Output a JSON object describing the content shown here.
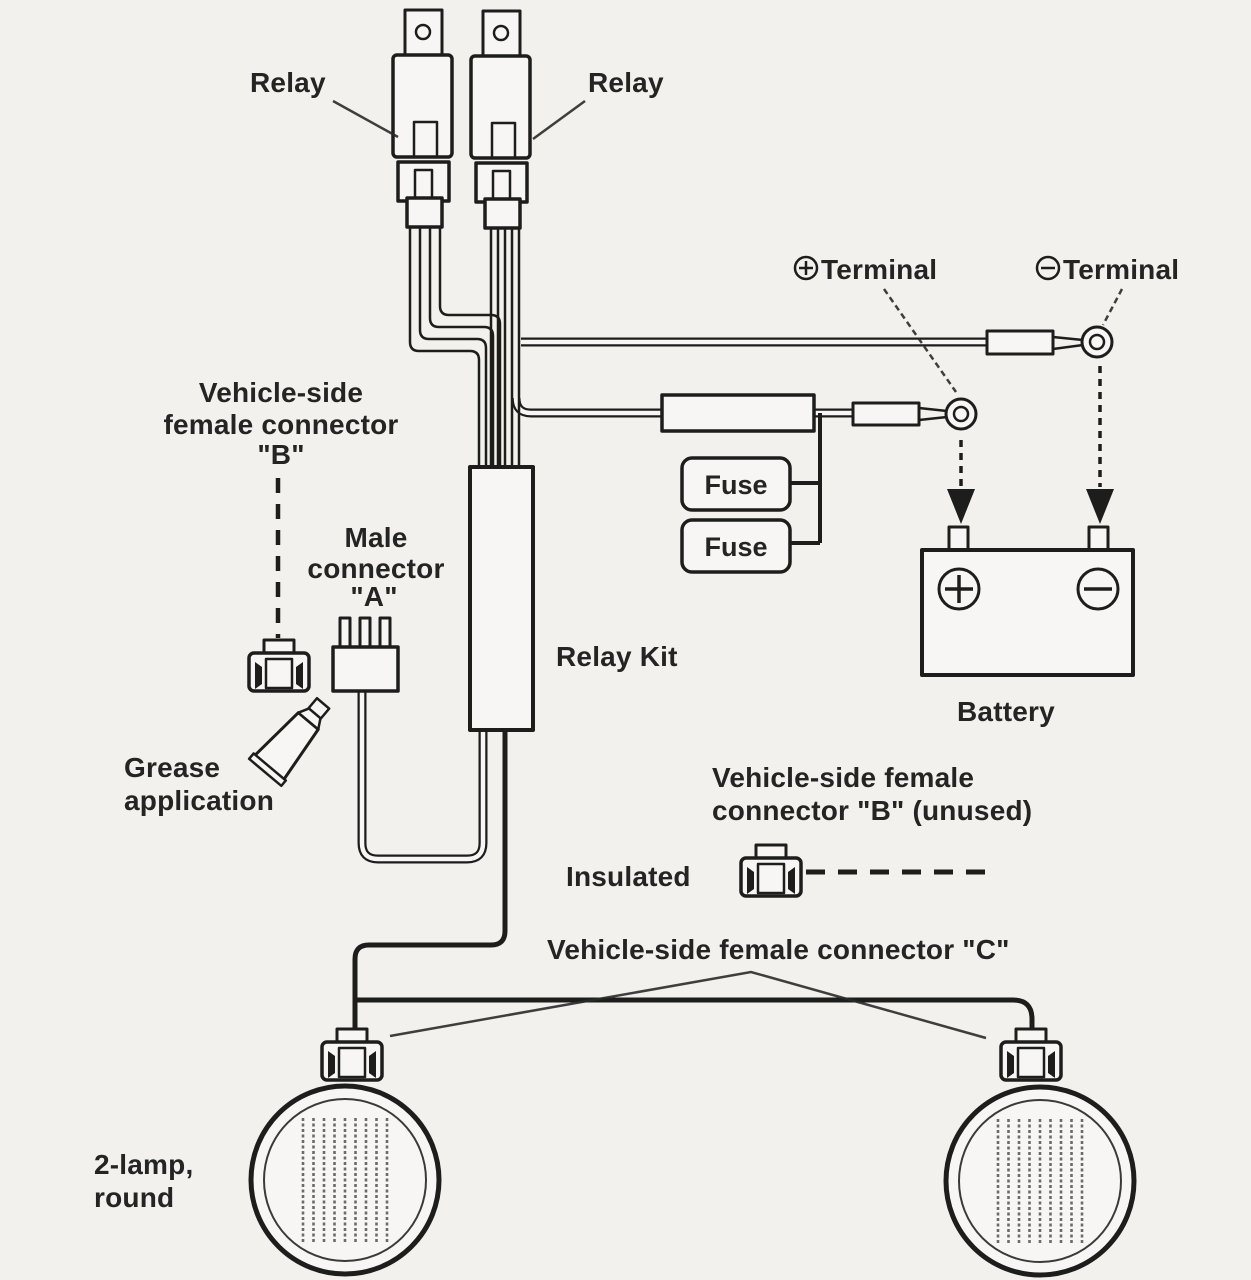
{
  "canvas": {
    "background": "#f2f1ee",
    "ink": "#1d1d1b"
  },
  "labels": {
    "relay_left": "Relay",
    "relay_right": "Relay",
    "terminal_positive": {
      "symbol": "+",
      "text": "Terminal"
    },
    "terminal_negative": {
      "symbol": "−",
      "text": "Terminal"
    },
    "female_connector_b": {
      "l1": "Vehicle-side",
      "l2": "female connector",
      "l3": "\"B\""
    },
    "male_connector_a": {
      "l1": "Male",
      "l2": "connector",
      "l3": "\"A\""
    },
    "grease": {
      "l1": "Grease",
      "l2": "application"
    },
    "relay_kit": "Relay Kit",
    "fuse_top": "Fuse",
    "fuse_bottom": "Fuse",
    "battery": "Battery",
    "battery_plus": "+",
    "battery_minus": "−",
    "female_connector_b_unused": {
      "l1": "Vehicle-side female",
      "l2": "connector \"B\" (unused)"
    },
    "insulated": "Insulated",
    "female_connector_c": "Vehicle-side female connector \"C\"",
    "lamp": {
      "l1": "2-lamp,",
      "l2": "round"
    }
  },
  "icons": {
    "relay": "relay-with-mounting-tab",
    "ring_terminal": "ring-terminal",
    "fuse_holder": "inline-fuse-holder",
    "battery": "battery-two-post",
    "female_connector": "female-connector-plug",
    "male_connector": "male-connector-three-pin",
    "grease_tube": "grease-tube",
    "lamp": "round-fog-lamp"
  }
}
